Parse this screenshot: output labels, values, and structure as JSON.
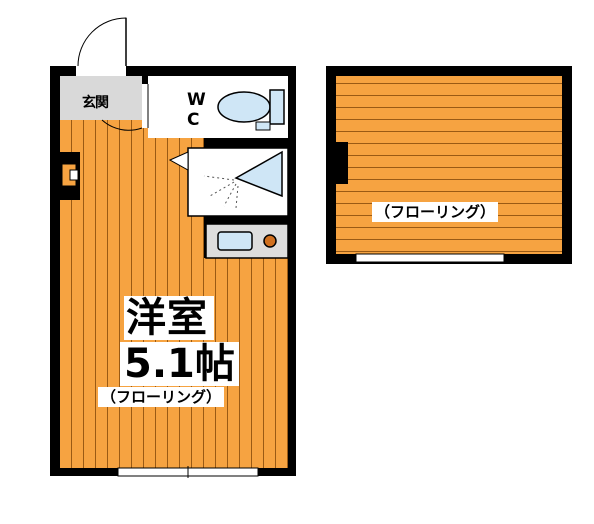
{
  "colors": {
    "floor": "#f6a341",
    "floor_line": "#9a5a14",
    "wall": "#000000",
    "fixture": "#cfe6f6",
    "genkan": "#d9d9d9"
  },
  "labels": {
    "genkan": "玄関",
    "wc_w": "W",
    "wc_c": "C",
    "room_name": "洋室",
    "room_size": "5.1帖",
    "room_floor": "（フローリング）",
    "loft_floor": "（フローリング）"
  }
}
